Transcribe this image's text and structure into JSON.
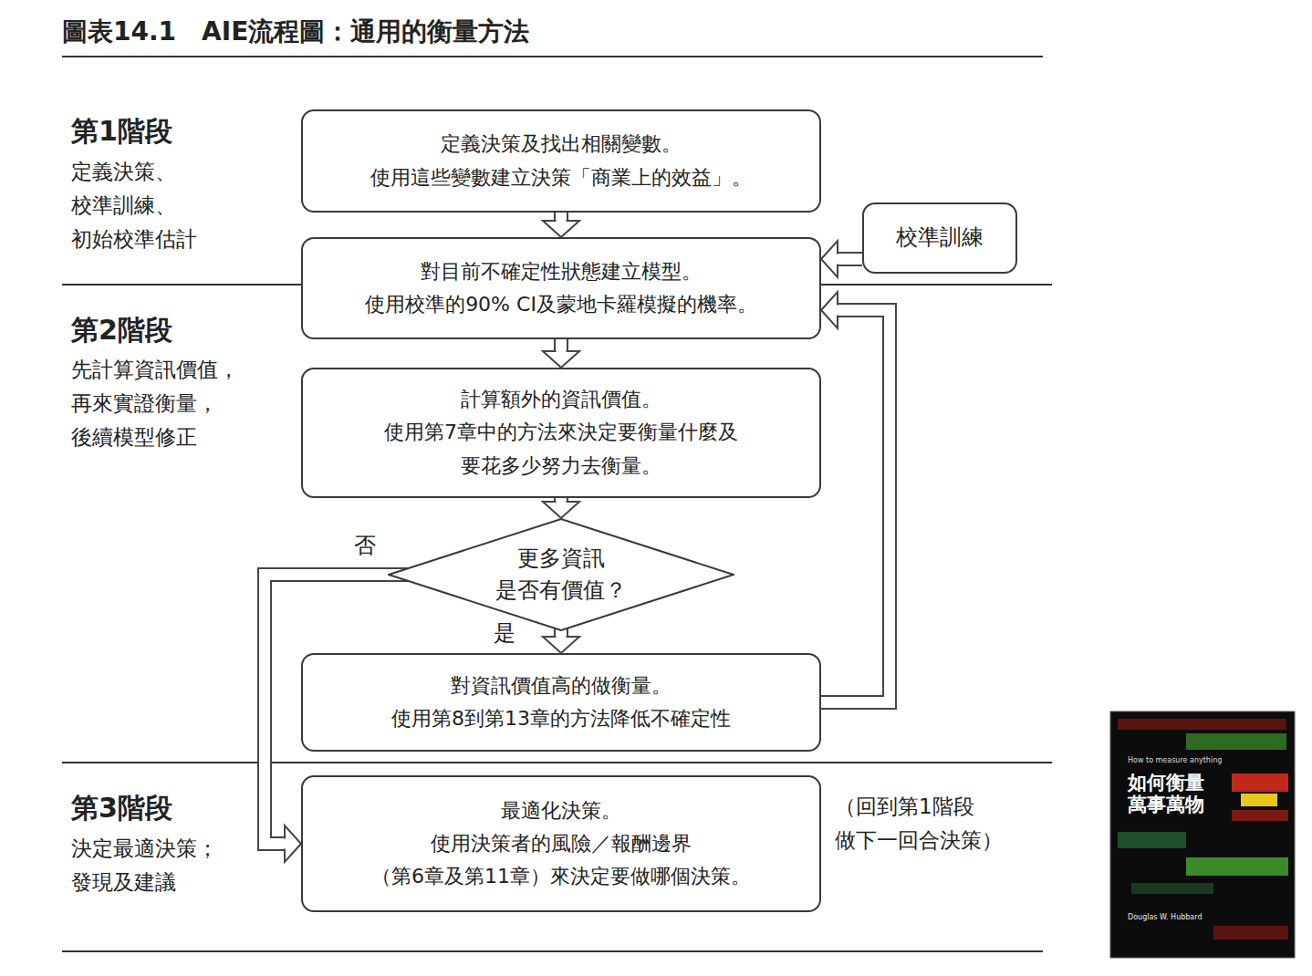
{
  "diagram": {
    "title": "圖表14.1　AIE流程圖：通用的衡量方法",
    "nodes": [
      {
        "text": [
          "定義決策及找出相關變數。 使用這些變數建立決策「商業上的效益」。"
        ]
      },
      {
        "text": [
          "校準訓練"
        ]
      },
      {
        "text": [
          "對目前不確定性狀態建立模型。 使用校準的90% CI及蒙地卡羅模擬的機率。"
        ]
      },
      {
        "text": [
          "計算額外的資訊價值。 使用第7章中的方法來決定要衡量什麼及 要花多少努力去衡量。"
        ]
      },
      {
        "text": [
          "更多資訊 是否有價值？"
        ]
      },
      {
        "text": [
          "對資訊價值高的做衡量。 使用第8到第13章的方法降低不確定性"
        ]
      },
      {
        "text": [
          "最適化決策。 使用決策者的風險／報酬邊界 （第6章及第11章）來決定要做哪個決策。"
        ]
      }
    ],
    "edges": [
      {
        "from": 0,
        "to": 2,
        "arrow": "to"
      },
      {
        "from": 1,
        "to": 2,
        "arrow": "to"
      },
      {
        "from": 2,
        "to": 3,
        "arrow": "to"
      },
      {
        "from": 3,
        "to": 4,
        "arrow": "to"
      },
      {
        "from": 4,
        "to": 5,
        "arrow": "to",
        "label": "是"
      },
      {
        "from": 4,
        "to": 6,
        "arrow": "to",
        "label": "否"
      },
      {
        "from": 5,
        "to": 2,
        "arrow": "to"
      }
    ],
    "labels": [
      "第1階段",
      "定義決策、 校準訓練、 初始校準估計",
      "第2階段",
      "先計算資訊價值， 再來實證衡量， 後續模型修正",
      "第3階段",
      "決定最適決策； 發現及建議",
      "（回到第1階段 做下一回合決策）",
      "How to measure anything",
      "如何衡量 萬事萬物",
      "Douglas W. Hubbard"
    ]
  }
}
